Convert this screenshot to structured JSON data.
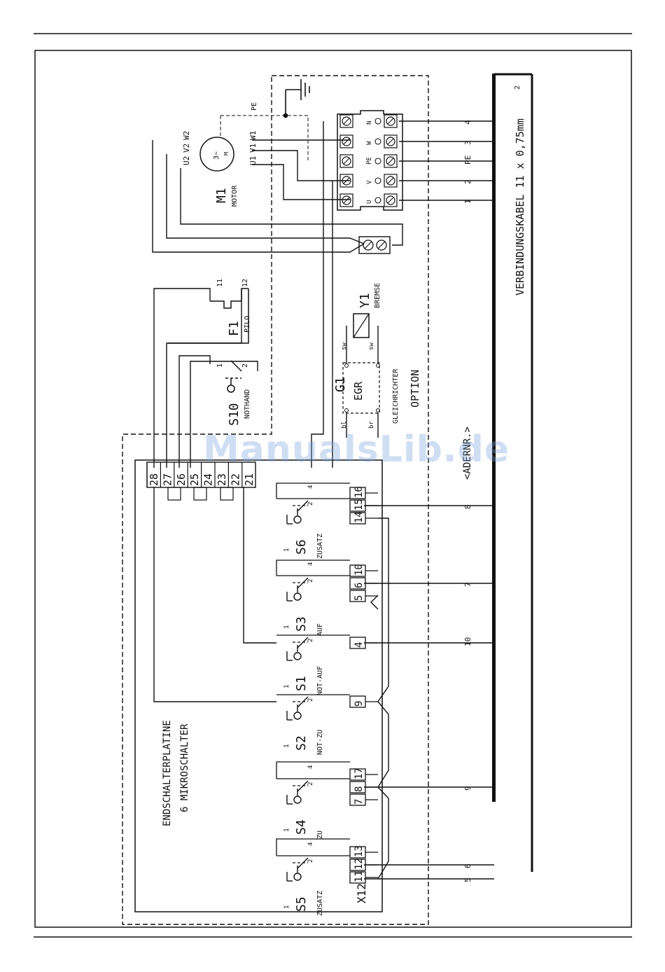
{
  "watermark": "ManualsLib.de",
  "cable": {
    "label": "VERBINDUNGSKABEL 11 x 0,75mm",
    "sup": "2",
    "aderlabel": "<ADERNR.>"
  },
  "board": {
    "title1": "ENDSCHALTERPLATINE",
    "title2": "6 MIKROSCHALTER",
    "x12": "X12"
  },
  "motor": {
    "id": "M1",
    "name": "MOTOR",
    "sym1": "3~",
    "sym2": "M",
    "pe": "PE",
    "top_labels": [
      "U2",
      "V2",
      "W2"
    ],
    "bot_labels": [
      "U1",
      "V1",
      "W1"
    ]
  },
  "terminal_block": {
    "letters": [
      "N",
      "W",
      "PE",
      "V",
      "U"
    ]
  },
  "wire_numbers": [
    "4",
    "3",
    "PE",
    "2",
    "1",
    "8",
    "7",
    "10",
    "9",
    "6",
    "5"
  ],
  "f1": {
    "id": "F1",
    "name": "PILO",
    "pin_a": "11",
    "pin_b": "12"
  },
  "s10": {
    "id": "S10",
    "name": "NOTHAND",
    "pin_a": "1",
    "pin_b": "2"
  },
  "rectifier": {
    "id": "G1",
    "name": "EGR",
    "label1": "GLEICHRICHTER",
    "label2": "OPTION",
    "sw1": "sw",
    "sw2": "sw",
    "bl": "bl",
    "br": "br"
  },
  "brake": {
    "id": "Y1",
    "name": "BREMSE"
  },
  "header_pins": [
    "28",
    "27",
    "26",
    "25",
    "24",
    "23",
    "22",
    "21"
  ],
  "switches": [
    {
      "id": "S6",
      "name": "ZUSATZ",
      "pins": [
        "16",
        "15",
        "14"
      ],
      "contacts": [
        "1",
        "2",
        "4"
      ]
    },
    {
      "id": "S3",
      "name": "AUF",
      "pins": [
        "10",
        "6",
        "5"
      ],
      "contacts": [
        "1",
        "2",
        "4"
      ]
    },
    {
      "id": "S1",
      "name": "NOT-AUF",
      "pins": [
        "4"
      ],
      "contacts": [
        "1",
        "2"
      ]
    },
    {
      "id": "S2",
      "name": "NOT-ZU",
      "pins": [
        "9"
      ],
      "contacts": [
        "1",
        "2"
      ]
    },
    {
      "id": "S4",
      "name": "ZU",
      "pins": [
        "17",
        "8",
        "7"
      ],
      "contacts": [
        "1",
        "2",
        "4"
      ]
    },
    {
      "id": "S5",
      "name": "ZUSATZ",
      "pins": [
        "13",
        "12",
        "11"
      ],
      "contacts": [
        "1",
        "2",
        "4"
      ]
    }
  ]
}
